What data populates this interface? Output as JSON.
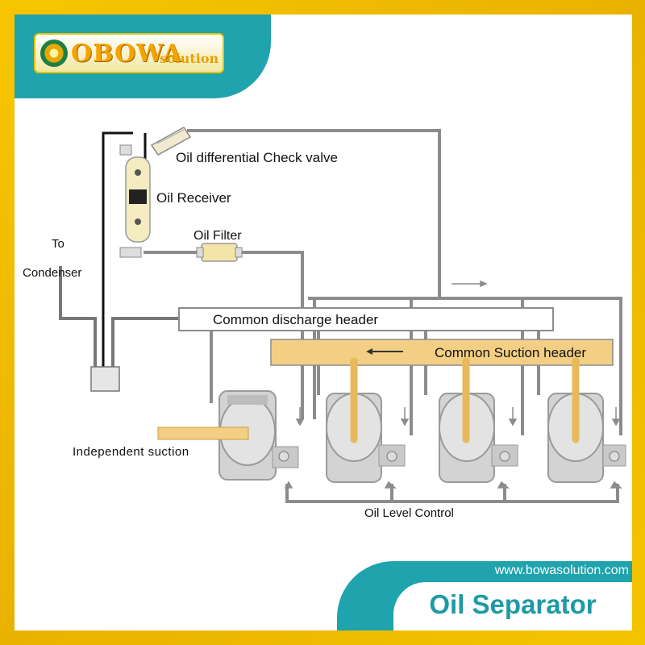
{
  "brand": {
    "logo_text": "OBOWA",
    "logo_sub": "solution",
    "website": "www.bowasolution.com"
  },
  "page_title": "Oil Separator",
  "diagram": {
    "labels": {
      "check_valve": "Oil differential Check valve",
      "oil_receiver": "Oil Receiver",
      "oil_filter": "Oil Filter",
      "to": "To",
      "condenser": "Condenser",
      "discharge_header": "Common discharge header",
      "suction_header": "Common Suction header",
      "independent_suction": "Independent suction",
      "oil_level_control": "Oil Level Control"
    },
    "compressor_count": 4
  },
  "colors": {
    "gold": "#f5c400",
    "teal": "#1fa3ad",
    "suction_header": "#f2cf84",
    "pipe": "#8a8a8a",
    "compressor_body": "#cfcfcf"
  }
}
